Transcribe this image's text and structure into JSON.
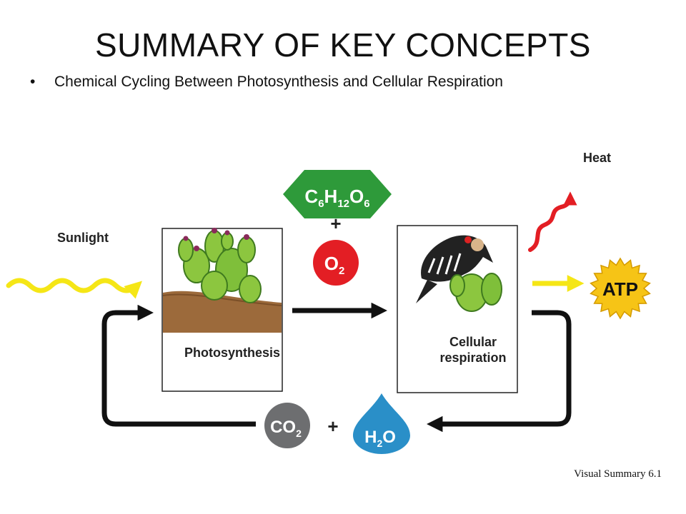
{
  "slide": {
    "title": "SUMMARY OF KEY CONCEPTS",
    "bullet": "Chemical Cycling Between Photosynthesis and Cellular Respiration",
    "caption": "Visual Summary 6.1"
  },
  "diagram": {
    "labels": {
      "sunlight": "Sunlight",
      "heat": "Heat",
      "photosynthesis": "Photosynthesis",
      "cellular_respiration_line1": "Cellular",
      "cellular_respiration_line2": "respiration",
      "atp": "ATP",
      "plus": "+"
    },
    "molecules": {
      "glucose": {
        "C": "C",
        "n6a": "6",
        "H": "H",
        "n12": "12",
        "O": "O",
        "n6b": "6"
      },
      "oxygen": {
        "O": "O",
        "n2": "2"
      },
      "carbon_dioxide": {
        "CO": "CO",
        "n2": "2"
      },
      "water": {
        "H": "H",
        "n2": "2",
        "O": "O"
      }
    },
    "colors": {
      "glucose": "#2e9a3a",
      "oxygen": "#e31e24",
      "carbon_dioxide": "#6d6e70",
      "water": "#2a8fc8",
      "sunlight": "#f5e616",
      "heat": "#e31e24",
      "atp": "#f6c416",
      "arrows": "#111111"
    },
    "icons": [
      "cactus-icon",
      "woodpecker-icon",
      "sunlight-wave-icon",
      "heat-wave-icon"
    ]
  }
}
